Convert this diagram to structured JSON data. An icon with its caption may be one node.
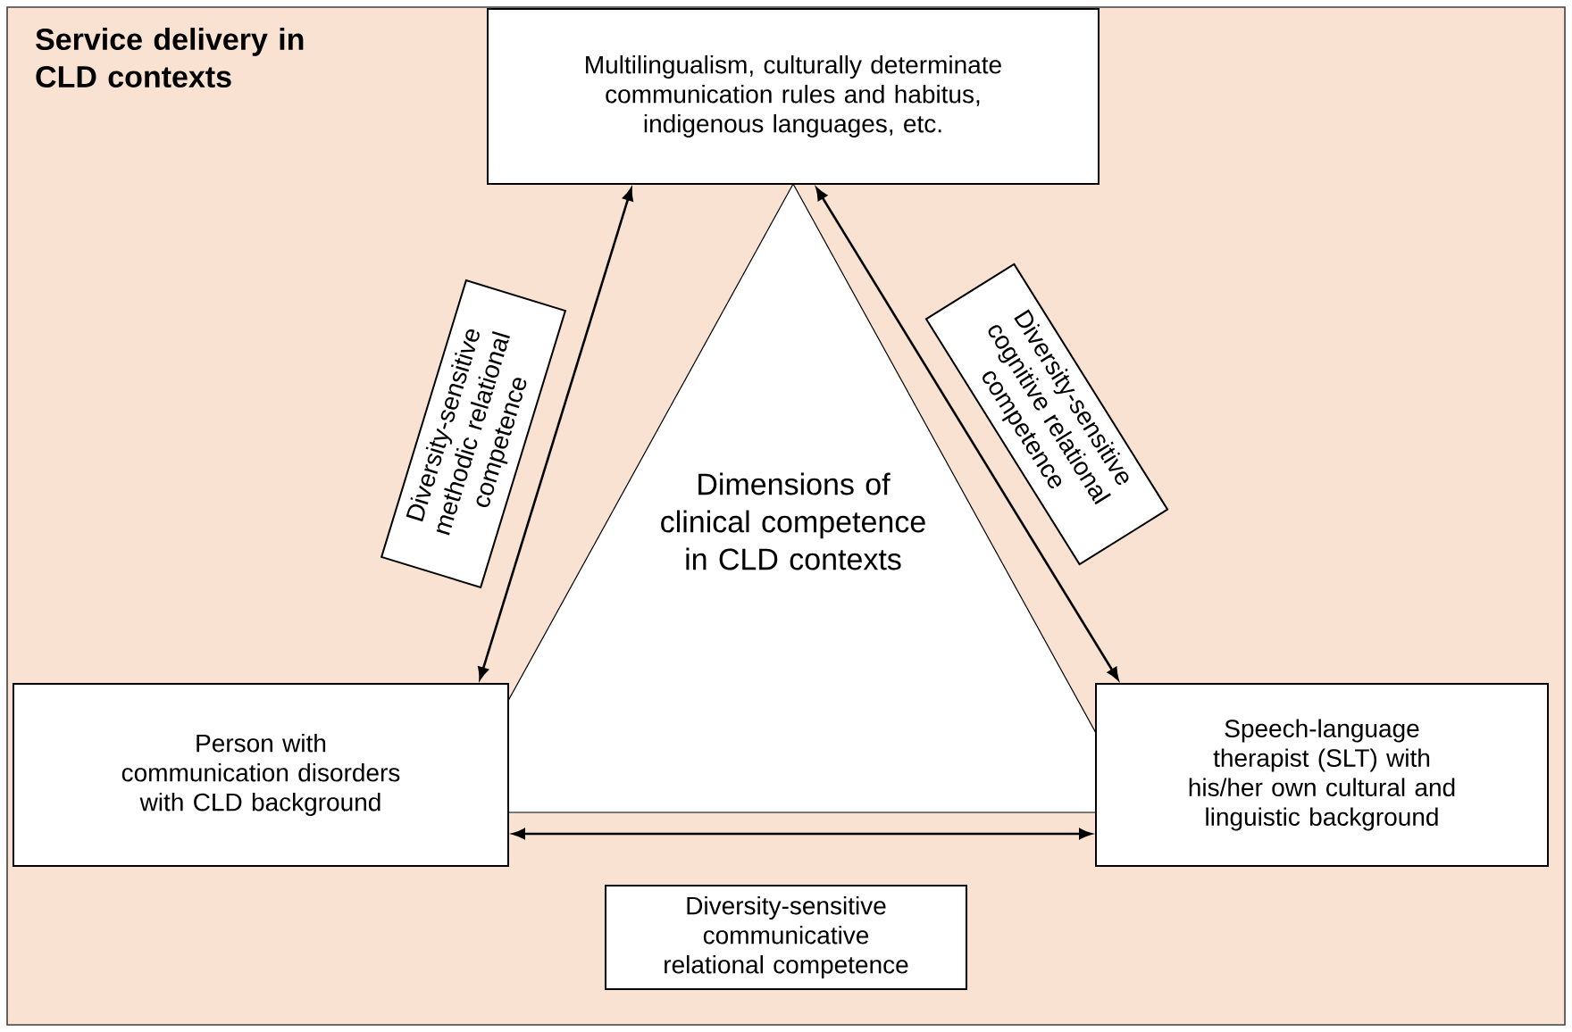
{
  "diagram": {
    "title": "Service delivery in CLD contexts",
    "nodes": [
      {
        "text": [
          "Dimensions of clinical competence in CLD contexts"
        ]
      },
      {
        "text": [
          "Multilingualism, culturally determinate communication rules and habitus, indigenous languages, etc."
        ]
      },
      {
        "text": [
          "Person with communication disorders with CLD background"
        ]
      },
      {
        "text": [
          "Speech-language therapist (SLT) with his/her own cultural and linguistic background"
        ]
      }
    ],
    "edges": [
      {
        "from": 2,
        "to": 1,
        "arrow": "both",
        "label": "Diversity-sensitive methodic relational competence"
      },
      {
        "from": 1,
        "to": 3,
        "arrow": "both",
        "label": "Diversity-sensitive cognitive relational competence"
      },
      {
        "from": 2,
        "to": 3,
        "arrow": "both",
        "label": "Diversity-sensitive communicative relational competence"
      }
    ]
  }
}
